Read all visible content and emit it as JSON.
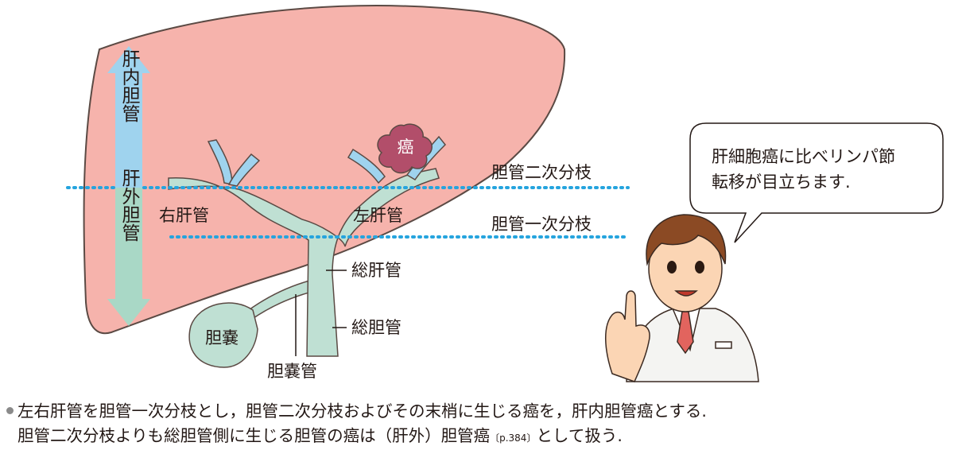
{
  "labels": {
    "intrahepatic": "肝内胆管",
    "extrahepatic": "肝外胆管",
    "secondary_branch": "胆管二次分枝",
    "primary_branch": "胆管一次分枝",
    "right_hepatic_duct": "右肝管",
    "left_hepatic_duct": "左肝管",
    "common_hepatic_duct": "総肝管",
    "common_bile_duct": "総胆管",
    "gallbladder": "胆嚢",
    "cystic_duct": "胆嚢管",
    "cancer": "癌"
  },
  "speech_bubble": {
    "line1": "肝細胞癌に比べリンパ節",
    "line2": "転移が目立ちます."
  },
  "caption": {
    "line1": "左右肝管を胆管一次分枝とし，胆管二次分枝およびその末梢に生じる癌を，肝内胆管癌とする.",
    "line2_before": "胆管二次分枝よりも総胆管側に生じる胆管の癌は（肝外）胆管癌",
    "line2_ref": "〔p.384〕",
    "line2_after": "として扱う."
  },
  "colors": {
    "liver_fill": "#f6b3ac",
    "liver_stroke": "#5b4a44",
    "duct_fill": "#bfe0d3",
    "intrahepatic_duct_fill": "#9fd3ee",
    "cancer_fill": "#b24e6a",
    "dotted_line": "#25a4de",
    "arrow_blue": "#9fd3ee",
    "arrow_green": "#a9d8c6"
  },
  "icons": [
    "liver-illustration",
    "doctor-character",
    "speech-bubble"
  ]
}
